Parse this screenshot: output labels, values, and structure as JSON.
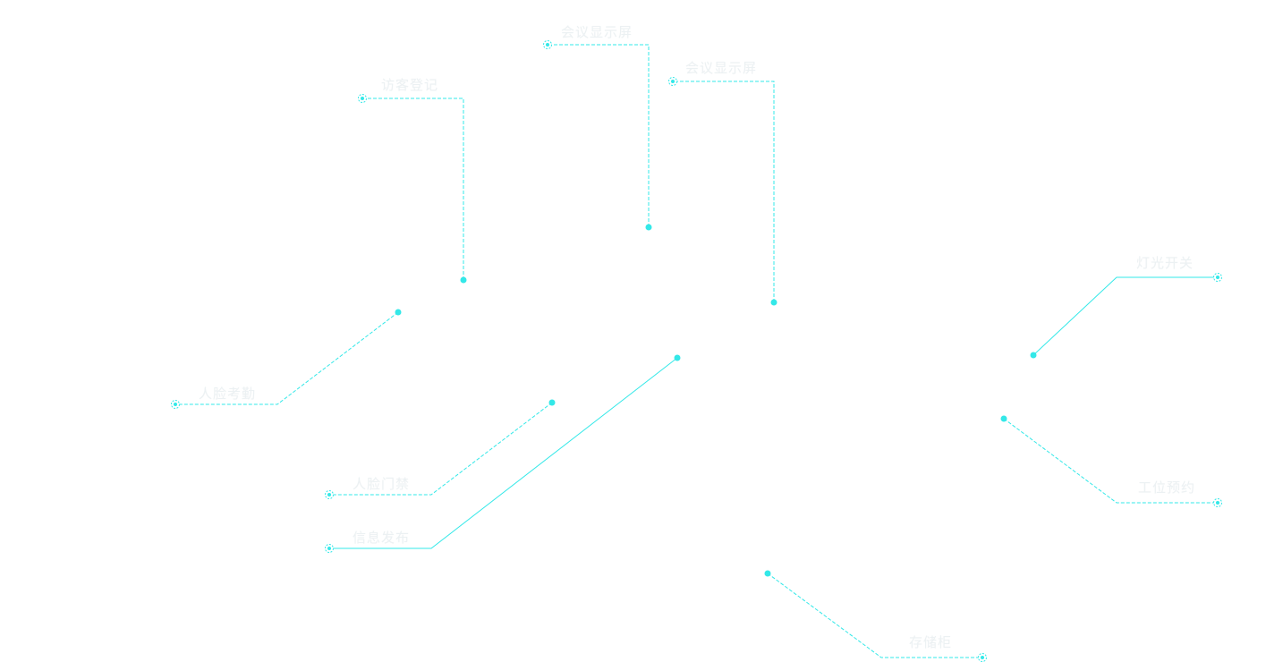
{
  "colors": {
    "line": "#33e8e8",
    "label": "#ecf1f3"
  },
  "callouts": [
    {
      "id": "face-attendance",
      "label": "人脸考勤",
      "line": "dashed"
    },
    {
      "id": "visitor-register",
      "label": "访客登记",
      "line": "dashed"
    },
    {
      "id": "meeting-display-1",
      "label": "会议显示屏",
      "line": "dashed"
    },
    {
      "id": "meeting-display-2",
      "label": "会议显示屏",
      "line": "dashed"
    },
    {
      "id": "face-gate",
      "label": "人脸门禁",
      "line": "dashed"
    },
    {
      "id": "info-release",
      "label": "信息发布",
      "line": "solid"
    },
    {
      "id": "light-switch",
      "label": "灯光开关",
      "line": "solid"
    },
    {
      "id": "workstation-booking",
      "label": "工位预约",
      "line": "dashed"
    },
    {
      "id": "storage-cabinet",
      "label": "存储柜",
      "line": "dashed"
    }
  ]
}
